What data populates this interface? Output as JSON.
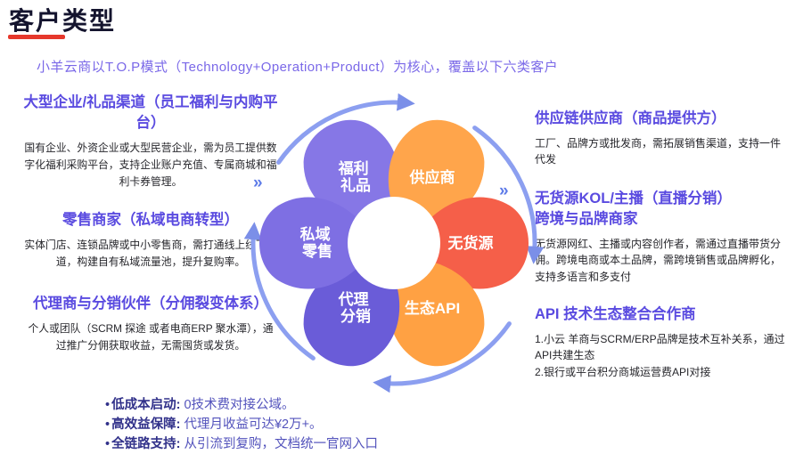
{
  "page": {
    "title": "客户类型",
    "subtitle": "小羊云商以T.O.P模式（Technology+Operation+Product）为核心，覆盖以下六类客户"
  },
  "left_sections": [
    {
      "heading": "大型企业/礼品渠道（员工福利与内购平台）",
      "body": "国有企业、外资企业或大型民营企业，需为员工提供数字化福利采购平台，支持企业账户充值、专属商城和福利卡券管理。"
    },
    {
      "heading": "零售商家（私域电商转型）",
      "body": "实体门店、连锁品牌或中小零售商，需打通线上线下渠道，构建自有私域流量池，提升复购率。"
    },
    {
      "heading": "代理商与分销伙伴（分佣裂变体系）",
      "body": "个人或团队（SCRM 探途 或者电商ERP 聚水潭），通过推广分佣获取收益，无需囤货或发货。"
    }
  ],
  "right_sections": [
    {
      "heading": "供应链供应商（商品提供方）",
      "body": "工厂、品牌方或批发商，需拓展销售渠道，支持一件代发"
    },
    {
      "heading": "无货源KOL/主播（直播分销）",
      "heading2": "跨境与品牌商家",
      "body": "无货源网红、主播或内容创作者，需通过直播带货分佣。跨境电商或本土品牌，需跨境销售或品牌孵化，支持多语言和多支付"
    },
    {
      "heading": "API 技术生态整合合作商",
      "body_lines": [
        "1.小云 羊商与SCRM/ERP品牌是技术互补关系，通过API共建生态",
        "2.银行或平台积分商城运营费API对接"
      ]
    }
  ],
  "flower": {
    "chevron": "»",
    "petals": [
      {
        "id": "welfare-gifts",
        "lines": [
          "福利",
          "礼品"
        ],
        "color": "#8677e6"
      },
      {
        "id": "supplier",
        "lines": [
          "供应商"
        ],
        "color": "#ffa54b"
      },
      {
        "id": "no-inventory",
        "lines": [
          "无货源"
        ],
        "color": "#f55f49"
      },
      {
        "id": "eco-api",
        "lines": [
          "生态API"
        ],
        "color": "#ffa143"
      },
      {
        "id": "agent-resell",
        "lines": [
          "代理",
          "分销"
        ],
        "color": "#6a5cd8"
      },
      {
        "id": "private-retail",
        "lines": [
          "私域",
          "零售"
        ],
        "color": "#7e6fe3"
      }
    ]
  },
  "bullets": [
    {
      "marker": "•",
      "label": "低成本启动:",
      "text": " 0技术费对接公域。"
    },
    {
      "marker": "•",
      "label": "高效益保障:",
      "text": " 代理月收益可达¥2万+。"
    },
    {
      "marker": "•",
      "label": "全链路支持:",
      "text": " 从引流到复购，文档统一官网入口"
    }
  ],
  "colors": {
    "accent_red": "#e6382c",
    "heading_purple": "#5a4be0",
    "subtitle_purple": "#7a68e8",
    "body_text": "#26262b",
    "bullet_text": "#4d4db5",
    "arrow_blue": "#8c9ff0"
  }
}
